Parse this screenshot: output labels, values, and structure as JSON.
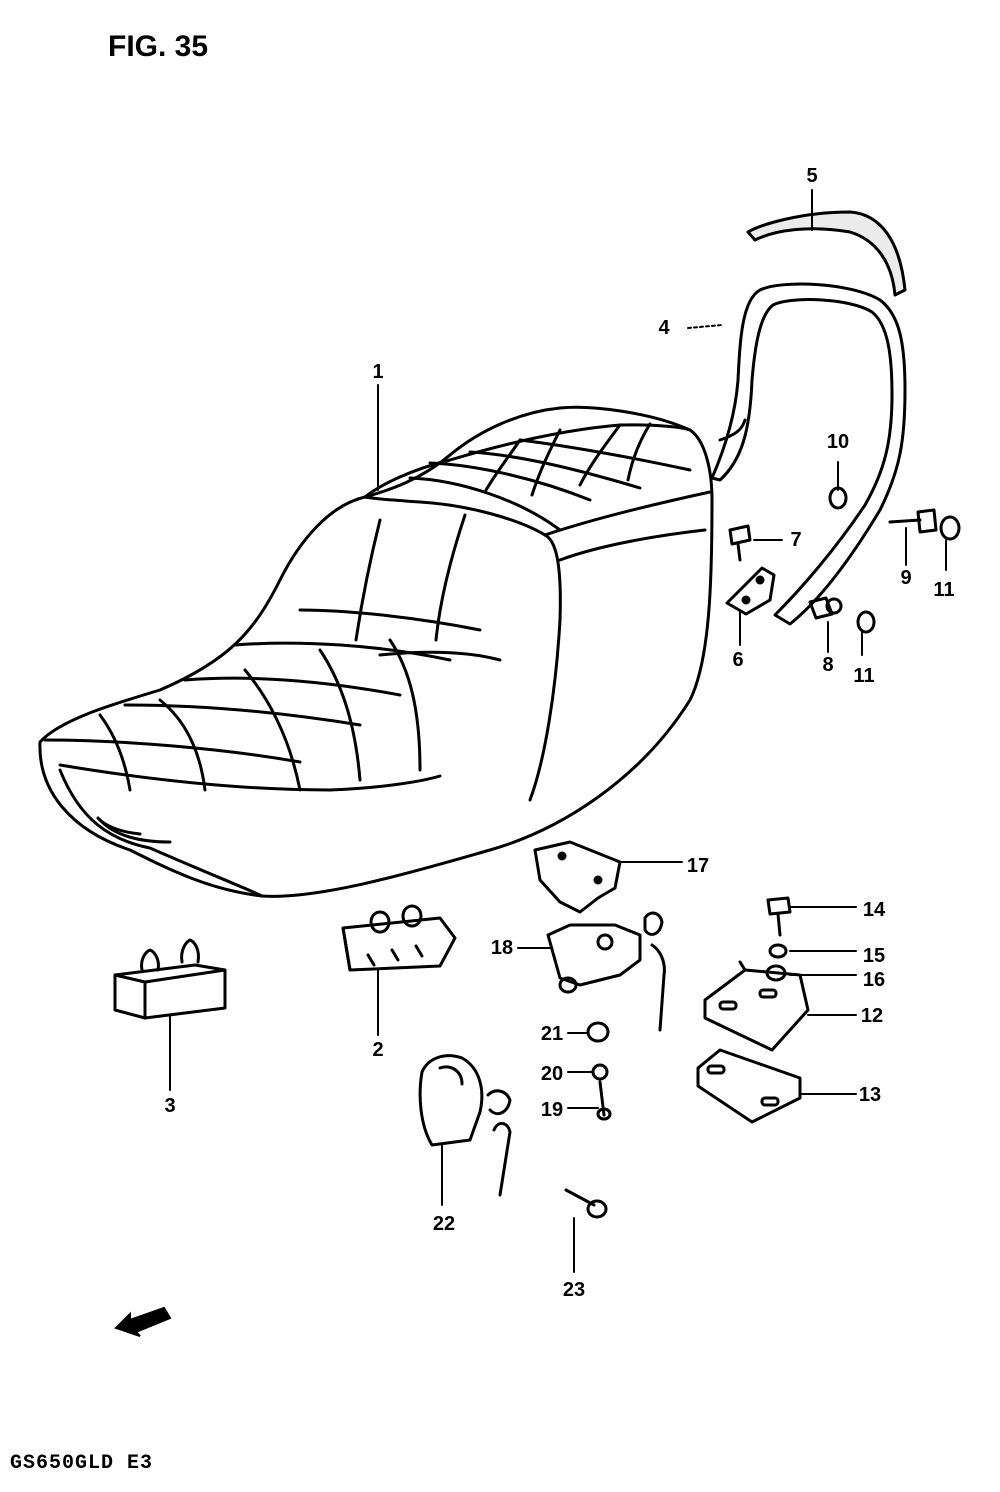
{
  "figure": {
    "title": "FIG. 35"
  },
  "model_code": "GS650GLD E3",
  "direction_arrow": {
    "label": "FWD",
    "icon": "forward-arrow-icon"
  },
  "callouts": [
    {
      "id": "1",
      "label": "1"
    },
    {
      "id": "2",
      "label": "2"
    },
    {
      "id": "3",
      "label": "3"
    },
    {
      "id": "4",
      "label": "4"
    },
    {
      "id": "5",
      "label": "5"
    },
    {
      "id": "6",
      "label": "6"
    },
    {
      "id": "7",
      "label": "7"
    },
    {
      "id": "8",
      "label": "8"
    },
    {
      "id": "9",
      "label": "9"
    },
    {
      "id": "10",
      "label": "10"
    },
    {
      "id": "11a",
      "label": "11"
    },
    {
      "id": "11b",
      "label": "11"
    },
    {
      "id": "12",
      "label": "12"
    },
    {
      "id": "13",
      "label": "13"
    },
    {
      "id": "14",
      "label": "14"
    },
    {
      "id": "15",
      "label": "15"
    },
    {
      "id": "16",
      "label": "16"
    },
    {
      "id": "17",
      "label": "17"
    },
    {
      "id": "18",
      "label": "18"
    },
    {
      "id": "19",
      "label": "19"
    },
    {
      "id": "20",
      "label": "20"
    },
    {
      "id": "21",
      "label": "21"
    },
    {
      "id": "22",
      "label": "22"
    },
    {
      "id": "23",
      "label": "23"
    }
  ]
}
